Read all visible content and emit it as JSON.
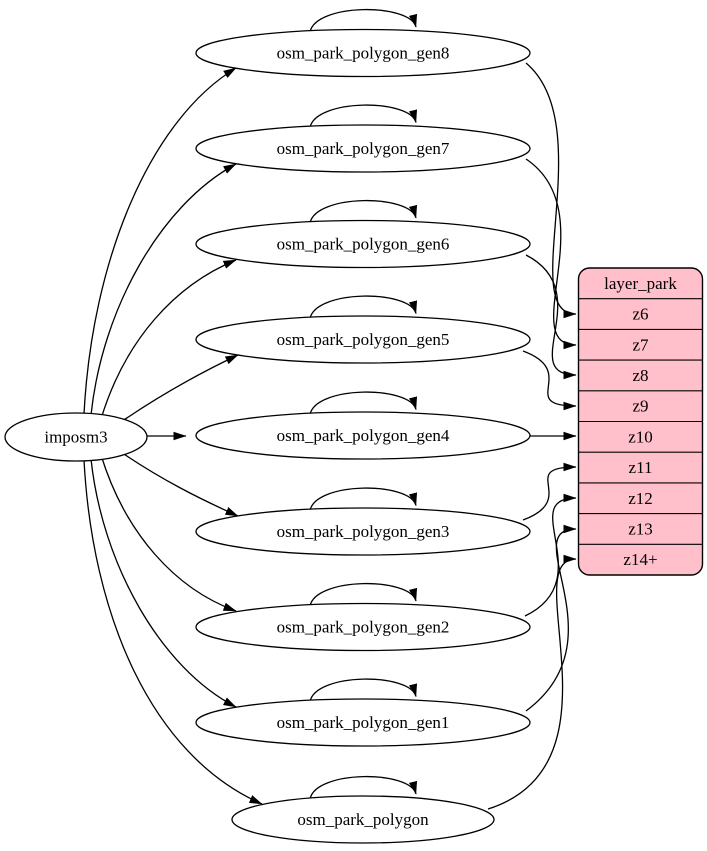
{
  "colors": {
    "background": "#ffffff",
    "node_fill": "#ffffff",
    "layer_fill": "#ffc0cb",
    "stroke": "#000000"
  },
  "source_node": {
    "id": "imposm3",
    "label": "imposm3"
  },
  "tables": [
    {
      "id": "gen8",
      "label": "osm_park_polygon_gen8",
      "feeds_zoom": "z6"
    },
    {
      "id": "gen7",
      "label": "osm_park_polygon_gen7",
      "feeds_zoom": "z7"
    },
    {
      "id": "gen6",
      "label": "osm_park_polygon_gen6",
      "feeds_zoom": "z8"
    },
    {
      "id": "gen5",
      "label": "osm_park_polygon_gen5",
      "feeds_zoom": "z9"
    },
    {
      "id": "gen4",
      "label": "osm_park_polygon_gen4",
      "feeds_zoom": "z10"
    },
    {
      "id": "gen3",
      "label": "osm_park_polygon_gen3",
      "feeds_zoom": "z11"
    },
    {
      "id": "gen2",
      "label": "osm_park_polygon_gen2",
      "feeds_zoom": "z12"
    },
    {
      "id": "gen1",
      "label": "osm_park_polygon_gen1",
      "feeds_zoom": "z13"
    },
    {
      "id": "polygon",
      "label": "osm_park_polygon",
      "feeds_zoom": "z14+"
    }
  ],
  "layer_table": {
    "title": "layer_park",
    "rows": [
      "z6",
      "z7",
      "z8",
      "z9",
      "z10",
      "z11",
      "z12",
      "z13",
      "z14+"
    ]
  },
  "edges": {
    "source_to_tables": [
      {
        "from": "imposm3",
        "to": "osm_park_polygon_gen8"
      },
      {
        "from": "imposm3",
        "to": "osm_park_polygon_gen7"
      },
      {
        "from": "imposm3",
        "to": "osm_park_polygon_gen6"
      },
      {
        "from": "imposm3",
        "to": "osm_park_polygon_gen5"
      },
      {
        "from": "imposm3",
        "to": "osm_park_polygon_gen4"
      },
      {
        "from": "imposm3",
        "to": "osm_park_polygon_gen3"
      },
      {
        "from": "imposm3",
        "to": "osm_park_polygon_gen2"
      },
      {
        "from": "imposm3",
        "to": "osm_park_polygon_gen1"
      },
      {
        "from": "imposm3",
        "to": "osm_park_polygon"
      }
    ],
    "self_loops": [
      "osm_park_polygon_gen8",
      "osm_park_polygon_gen7",
      "osm_park_polygon_gen6",
      "osm_park_polygon_gen5",
      "osm_park_polygon_gen4",
      "osm_park_polygon_gen3",
      "osm_park_polygon_gen2",
      "osm_park_polygon_gen1",
      "osm_park_polygon"
    ],
    "tables_to_layer": [
      {
        "from": "osm_park_polygon_gen8",
        "to": "z6"
      },
      {
        "from": "osm_park_polygon_gen7",
        "to": "z7"
      },
      {
        "from": "osm_park_polygon_gen6",
        "to": "z8"
      },
      {
        "from": "osm_park_polygon_gen5",
        "to": "z9"
      },
      {
        "from": "osm_park_polygon_gen4",
        "to": "z10"
      },
      {
        "from": "osm_park_polygon_gen3",
        "to": "z11"
      },
      {
        "from": "osm_park_polygon_gen2",
        "to": "z12"
      },
      {
        "from": "osm_park_polygon_gen1",
        "to": "z13"
      },
      {
        "from": "osm_park_polygon",
        "to": "z14+"
      }
    ]
  }
}
